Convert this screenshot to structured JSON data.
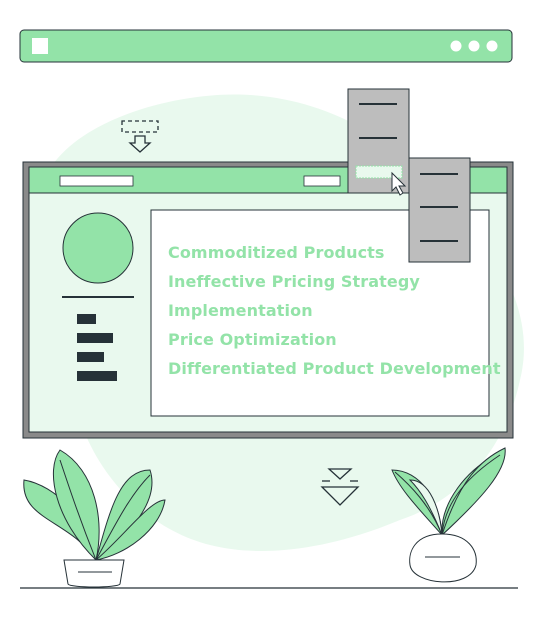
{
  "colors": {
    "accent": "#93e3a8",
    "accent_light": "#e9f9ee",
    "frame": "#8a8a8a",
    "dark": "#263238",
    "menu_gray": "#bdbdbd"
  },
  "items": [
    "Commoditized Products",
    "Ineffective Pricing Strategy",
    "Implementation",
    "Price Optimization",
    "Differentiated Product Development"
  ],
  "icons": {
    "browser_dots": "three-dots-icon",
    "cursor": "cursor-arrow-icon",
    "download": "download-arrow-icon",
    "sort": "sort-arrows-icon"
  }
}
